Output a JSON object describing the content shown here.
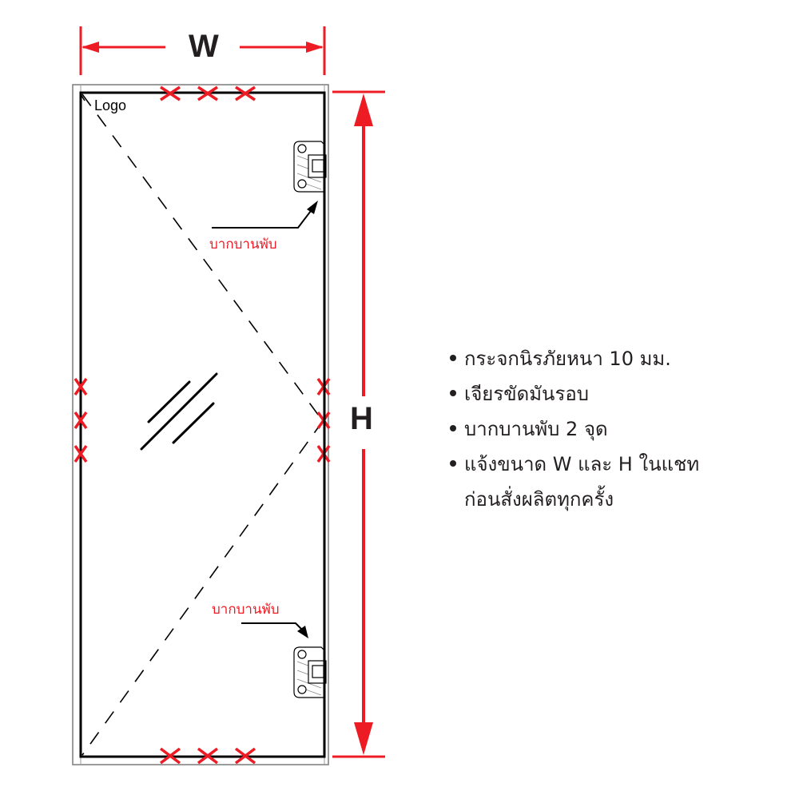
{
  "diagram": {
    "title": "Glass door dimension diagram",
    "colors": {
      "accent": "#ed1c24",
      "line": "#000000",
      "frame": "#7a7a7a",
      "text": "#231f20"
    },
    "dimensions": {
      "width_label": "W",
      "height_label": "H"
    },
    "logo_label": "Logo",
    "hinge_labels": {
      "top": "บากบานพับ",
      "bottom": "บากบานพับ"
    },
    "icons": [
      "hinge-icon-top",
      "hinge-icon-bottom",
      "glass-reflection-icon",
      "x-mark-icon"
    ]
  },
  "specs": {
    "items": [
      "กระจกนิรภัยหนา 10 มม.",
      "เจียรขัดมันรอบ",
      "บากบานพับ 2 จุด",
      "แจ้งขนาด W และ H ในแชท"
    ],
    "continuation": "ก่อนสั่งผลิตทุกครั้ง"
  }
}
